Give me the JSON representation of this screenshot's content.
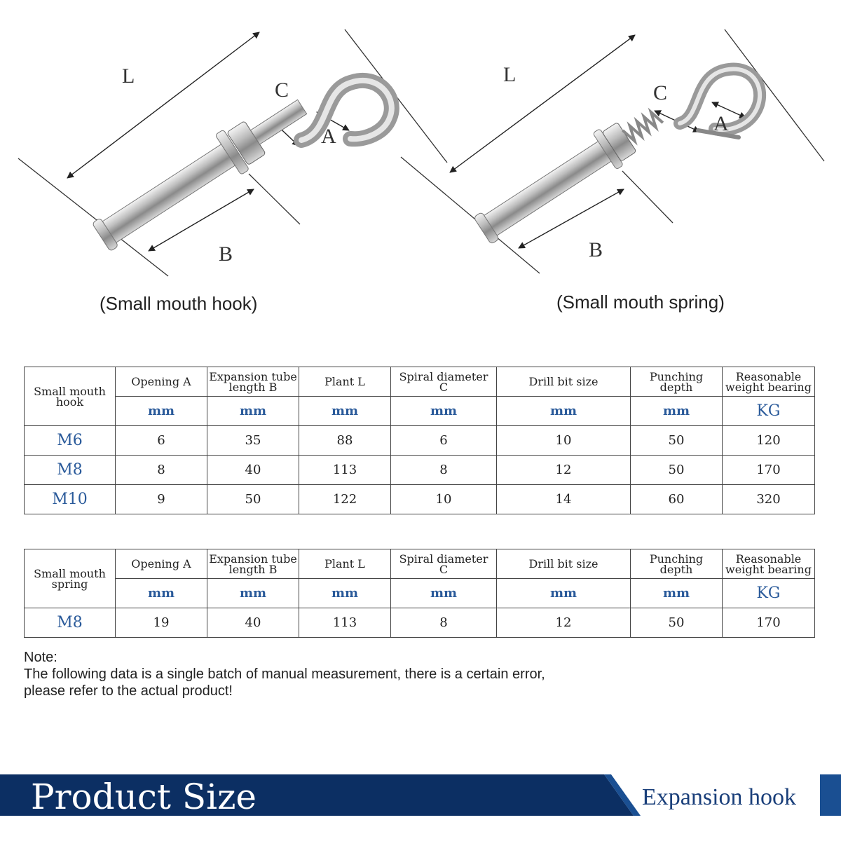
{
  "diagrams": {
    "hook": {
      "label_l": "L",
      "label_c": "C",
      "label_a": "A",
      "label_b": "B",
      "caption": "(Small mouth hook)"
    },
    "spring": {
      "label_l": "L",
      "label_c": "C",
      "label_a": "A",
      "label_b": "B",
      "caption": "(Small mouth spring)"
    }
  },
  "table_hook": {
    "corner": [
      "Small mouth",
      "hook"
    ],
    "headers": [
      [
        "Opening A"
      ],
      [
        "Expansion tube",
        "length B"
      ],
      [
        "Plant L"
      ],
      [
        "Spiral diameter",
        "C"
      ],
      [
        "Drill bit size"
      ],
      [
        "Punching",
        "depth"
      ],
      [
        "Reasonable",
        "weight bearing"
      ]
    ],
    "units": [
      "mm",
      "mm",
      "mm",
      "mm",
      "mm",
      "mm",
      "KG"
    ],
    "rows": [
      {
        "size": "M6",
        "values": [
          "6",
          "35",
          "88",
          "6",
          "10",
          "50",
          "120"
        ]
      },
      {
        "size": "M8",
        "values": [
          "8",
          "40",
          "113",
          "8",
          "12",
          "50",
          "170"
        ]
      },
      {
        "size": "M10",
        "values": [
          "9",
          "50",
          "122",
          "10",
          "14",
          "60",
          "320"
        ]
      }
    ]
  },
  "table_spring": {
    "corner": [
      "Small mouth",
      "spring"
    ],
    "headers": [
      [
        "Opening A"
      ],
      [
        "Expansion tube",
        "length B"
      ],
      [
        "Plant L"
      ],
      [
        "Spiral diameter",
        "C"
      ],
      [
        "Drill bit size"
      ],
      [
        "Punching",
        "depth"
      ],
      [
        "Reasonable",
        "weight bearing"
      ]
    ],
    "units": [
      "mm",
      "mm",
      "mm",
      "mm",
      "mm",
      "mm",
      "KG"
    ],
    "rows": [
      {
        "size": "M8",
        "values": [
          "19",
          "40",
          "113",
          "8",
          "12",
          "50",
          "170"
        ]
      }
    ]
  },
  "note": {
    "title": "Note:",
    "line1": "The following data is a single batch of manual measurement, there is a certain error,",
    "line2": "please refer to the actual product!"
  },
  "banner": {
    "title": "Product Size",
    "subtitle": "Expansion hook",
    "dark_color": "#0c2f63",
    "accent_color": "#1a4f92"
  }
}
